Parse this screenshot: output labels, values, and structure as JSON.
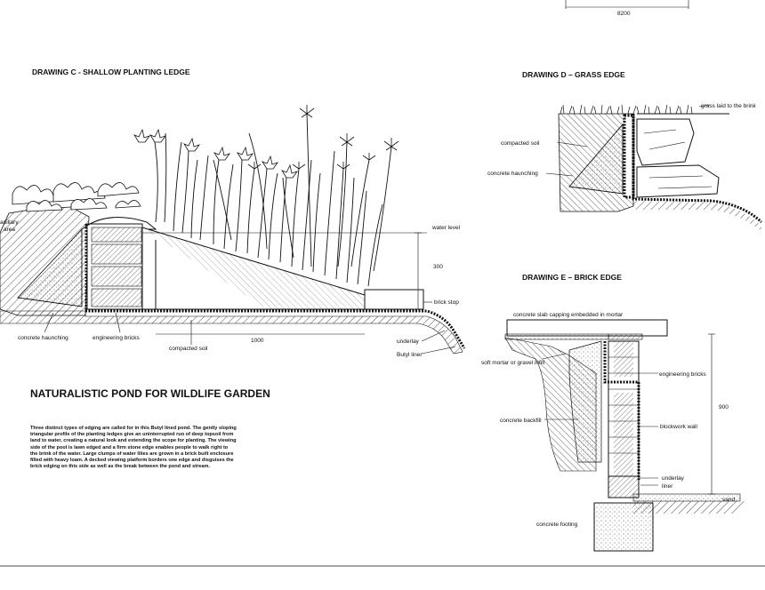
{
  "top_dimension": "8200",
  "drawing_c": {
    "title": "DRAWING C - SHALLOW PLANTING LEDGE",
    "labels": {
      "capillary_area_1": "apillary",
      "capillary_area_2": "area",
      "water_level": "water level",
      "depth": "300",
      "brick_stop": "brick stop",
      "concrete_haunching": "concrete haunching",
      "engineering_bricks": "engineering bricks",
      "compacted_soil": "compacted soil",
      "width": "1000",
      "underlay": "underlay",
      "butyl_liner": "Butyl liner"
    }
  },
  "drawing_d": {
    "title": "DRAWING D – GRASS EDGE",
    "labels": {
      "grass": "grass laid to the brink",
      "compacted_soil": "compacted soil",
      "concrete_haunching": "concrete haunching"
    }
  },
  "drawing_e": {
    "title": "DRAWING E – BRICK EDGE",
    "labels": {
      "slab": "concrete slab capping embedded in mortar",
      "soft_mortar": "soft mortar or gravel infill",
      "engineering_bricks": "engineering bricks",
      "height": "900",
      "concrete_backfill": "concrete backfill",
      "blockwork_wall": "blockwork wall",
      "underlay": "underlay",
      "liner": "liner",
      "sand": "sand",
      "concrete_footing": "concrete footing"
    }
  },
  "main": {
    "title": "NATURALISTIC POND FOR WILDLIFE GARDEN",
    "description": "Three distinct types of edging are called for in this Butyl lined pond. The gently sloping triangular profile of the planting ledges give an uninterrupted run of deep topsoil from land to water, creating a natural look and extending the scope for planting. The viewing side of the pool is lawn edged and a firm stone edge enables people to walk right to the brink of the water. Large clumps of water lilies are grown in a brick built enclosure filled with heavy loam. A decked viewing platform borders one edge and disguises the brick edging on this side as well as the break between the pond and stream."
  }
}
